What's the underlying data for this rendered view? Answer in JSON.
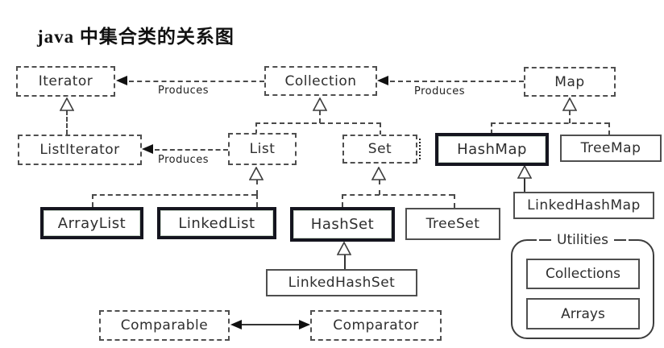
{
  "title": "java 中集合类的关系图",
  "nodes": {
    "iterator": {
      "label": "Iterator"
    },
    "collection": {
      "label": "Collection"
    },
    "map": {
      "label": "Map"
    },
    "list_iterator": {
      "label": "ListIterator"
    },
    "list": {
      "label": "List"
    },
    "set": {
      "label": "Set"
    },
    "hashmap": {
      "label": "HashMap"
    },
    "treemap": {
      "label": "TreeMap"
    },
    "arraylist": {
      "label": "ArrayList"
    },
    "linkedlist": {
      "label": "LinkedList"
    },
    "hashset": {
      "label": "HashSet"
    },
    "treeset": {
      "label": "TreeSet"
    },
    "linked_hashmap": {
      "label": "LinkedHashMap"
    },
    "linked_hashset": {
      "label": "LinkedHashSet"
    },
    "comparable": {
      "label": "Comparable"
    },
    "comparator": {
      "label": "Comparator"
    }
  },
  "edge_labels": {
    "collection_produces_iterator": "Produces",
    "map_produces_collection": "Produces",
    "list_produces_listiterator": "Produces"
  },
  "utilities": {
    "title": "Utilities",
    "items": [
      {
        "label": "Collections"
      },
      {
        "label": "Arrays"
      }
    ]
  },
  "icons": {
    "generalization_triangle": "△",
    "arrowhead": "◀",
    "text_caret": "I"
  },
  "colors": {
    "background": "#ffffff",
    "line": "#3d3d3d",
    "bold_border": "#15151f",
    "text": "#2e2e2e"
  }
}
